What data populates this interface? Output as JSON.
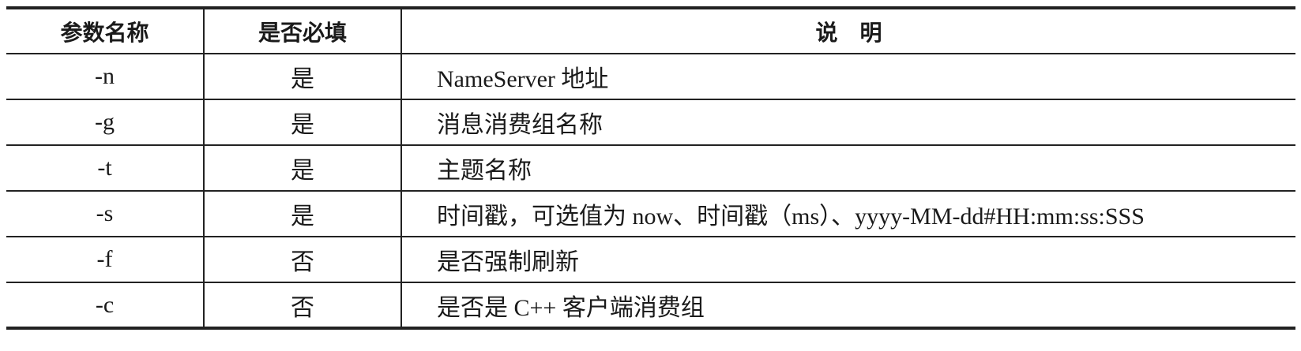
{
  "table": {
    "headers": {
      "name": "参数名称",
      "required": "是否必填",
      "description": "说　明"
    },
    "rows": [
      {
        "name": "-n",
        "required": "是",
        "description": "NameServer 地址"
      },
      {
        "name": "-g",
        "required": "是",
        "description": "消息消费组名称"
      },
      {
        "name": "-t",
        "required": "是",
        "description": "主题名称"
      },
      {
        "name": "-s",
        "required": "是",
        "description": "时间戳，可选值为 now、时间戳（ms）、yyyy-MM-dd#HH:mm:ss:SSS"
      },
      {
        "name": "-f",
        "required": "否",
        "description": "是否强制刷新"
      },
      {
        "name": "-c",
        "required": "否",
        "description": "是否是 C++ 客户端消费组"
      }
    ]
  }
}
